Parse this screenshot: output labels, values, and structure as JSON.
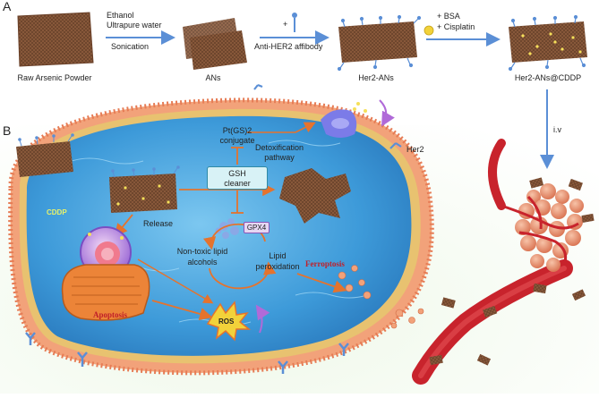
{
  "panel_a": {
    "letter": "A",
    "step1_labels": [
      "Ethanol",
      "Ultrapure water"
    ],
    "step1_below": "Sonication",
    "step2_plus": "+",
    "step2_label": "Anti-HER2 affibody",
    "step3_labels": [
      "+ BSA",
      "+ Cisplatin"
    ],
    "stages": [
      "Raw Arsenic Powder",
      "ANs",
      "Her2-ANs",
      "Her2-ANs@CDDP"
    ],
    "iv_label": "i.v"
  },
  "panel_b": {
    "letter": "B",
    "pt_conjugate": [
      "Pt(GS)2",
      "conjugate"
    ],
    "detox": [
      "Detoxification",
      "pathway"
    ],
    "her2": "Her2",
    "gsh": [
      "GSH",
      "cleaner"
    ],
    "cddp": "CDDP",
    "release": "Release",
    "gpx4": "GPX4",
    "non_toxic": [
      "Non-toxic lipid",
      "alcohols"
    ],
    "lipid_perox": [
      "Lipid",
      "peroxidation"
    ],
    "ferroptosis": "Ferroptosis",
    "apoptosis": "Apoptosis",
    "ros": "ROS"
  },
  "colors": {
    "arrow_blue": "#5b8fd6",
    "arrow_orange": "#e5732d",
    "membrane": "#f2a27a",
    "cytoplasm": "#4aa8e0",
    "vessel": "#c8232c",
    "tumor": "#e8896a"
  }
}
